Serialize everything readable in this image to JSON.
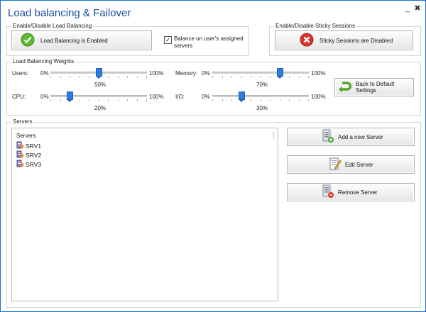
{
  "window": {
    "title": "Load balancing & Failover",
    "minimize": "_",
    "close": "✖"
  },
  "load_balancing": {
    "group_label": "Enable/Disable Load Balancing",
    "button_label": "Load Balancing is Enabled",
    "checkbox_label_line1": "Balance on user's assigned",
    "checkbox_label_line2": "servers",
    "checkbox_checked": true
  },
  "sticky_sessions": {
    "group_label": "Enable/Disable Sticky Sessions",
    "button_label": "Sticky Sessions are Disabled"
  },
  "weights": {
    "group_label": "Load Balancing Weights",
    "min_label": "0%",
    "max_label": "100%",
    "users": {
      "label": "Users:",
      "value": 50,
      "value_label": "50%"
    },
    "memory": {
      "label": "Memory:",
      "value": 70,
      "value_label": "70%"
    },
    "cpu": {
      "label": "CPU:",
      "value": 20,
      "value_label": "20%"
    },
    "io": {
      "label": "I/O:",
      "value": 30,
      "value_label": "30%"
    },
    "reset_button": "Back to Default Settings"
  },
  "servers": {
    "group_label": "Servers",
    "list_header": "Servers",
    "items": [
      "SRV1",
      "SRV2",
      "SRV3"
    ],
    "add_button": "Add a new Server",
    "edit_button": "Edit Server",
    "remove_button": "Remove Server"
  },
  "colors": {
    "title": "#1a4fa0",
    "accent": "#2d7de0",
    "enabled_green": "#5cb832",
    "disabled_red": "#d9332b"
  }
}
